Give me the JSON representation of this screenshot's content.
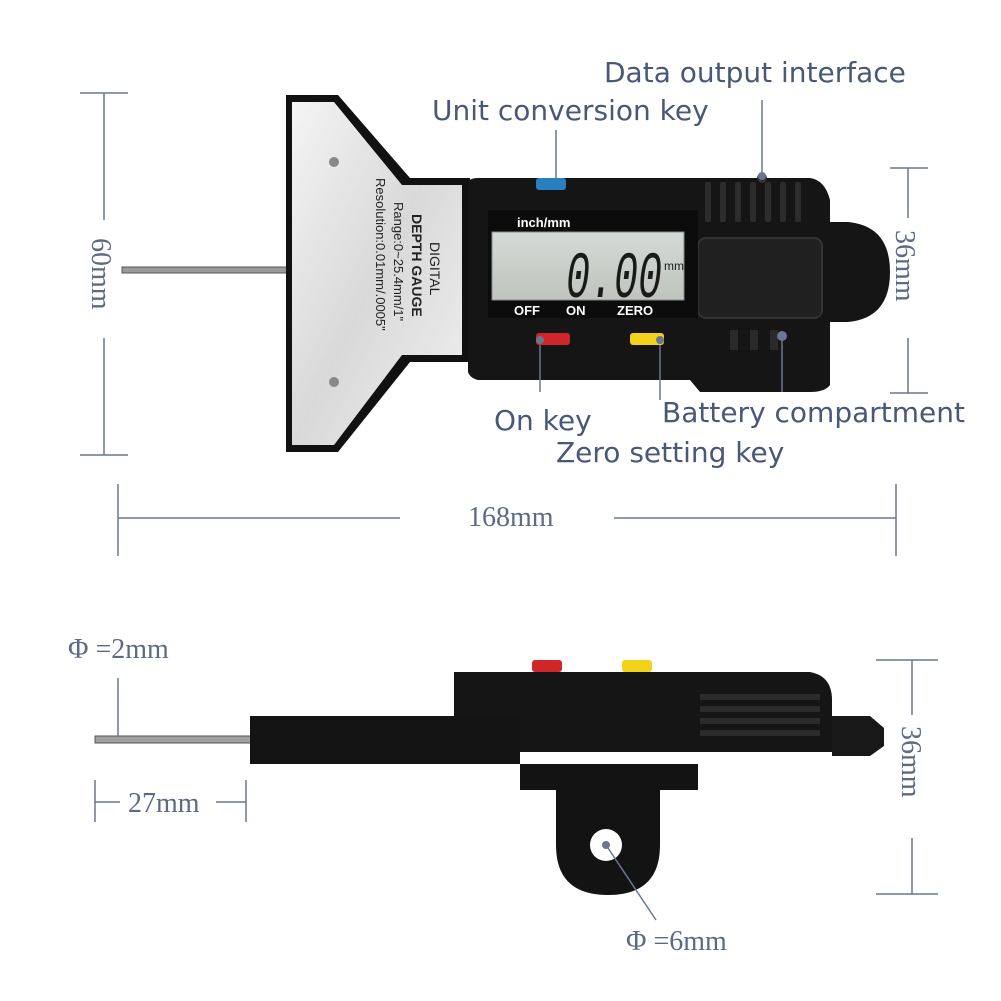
{
  "callouts": {
    "data_output": "Data output interface",
    "unit_conversion": "Unit conversion key",
    "on_key": "On key",
    "zero_setting": "Zero setting key",
    "battery": "Battery compartment"
  },
  "dimensions": {
    "height_left": "60mm",
    "height_right_top": "36mm",
    "length": "168mm",
    "probe_diameter": "Φ =2mm",
    "probe_length": "27mm",
    "height_right_bottom": "36mm",
    "hole_diameter": "Φ =6mm"
  },
  "plate": {
    "line1": "DIGITAL",
    "line2": "DEPTH GAUGE",
    "line3": "Range:0~25.4mm/1\"",
    "line4": "Resolution:0.01mm/.0005\""
  },
  "lcd": {
    "unit_label": "inch/mm",
    "reading": "0.00",
    "reading_unit": "mm",
    "off_label": "OFF",
    "on_label": "ON",
    "zero_label": "ZERO"
  },
  "colors": {
    "callout_text": "#4a5878",
    "dimension_line": "#6b7690",
    "body": "#141414",
    "blue_key": "#2a7fc0",
    "red_key": "#d0262a",
    "yellow_key": "#f2d21a",
    "lcd": "#c9cdc9"
  }
}
